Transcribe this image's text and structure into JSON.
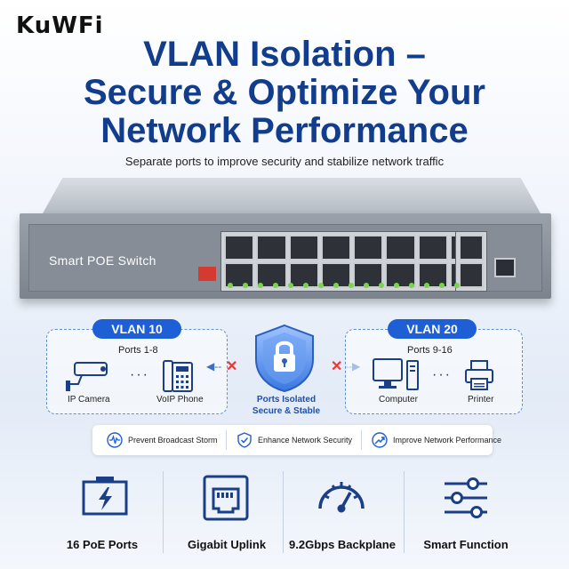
{
  "brand": {
    "logo": "KuWFi"
  },
  "headline": {
    "line1": "VLAN Isolation –",
    "line2": "Secure & Optimize Your",
    "line3": "Network Performance"
  },
  "subhead": "Separate ports to improve security and stabilize network traffic",
  "switch": {
    "label": "Smart POE Switch"
  },
  "vlans": [
    {
      "tag": "VLAN 10",
      "ports": "Ports 1-8",
      "devices": [
        "IP Camera",
        "VoIP Phone"
      ]
    },
    {
      "tag": "VLAN 20",
      "ports": "Ports 9-16",
      "devices": [
        "Computer",
        "Printer"
      ]
    }
  ],
  "center": {
    "label_line1": "Ports Isolated",
    "label_line2": "Secure & Stable"
  },
  "features": [
    {
      "label": "Prevent Broadcast Storm",
      "icon": "waveform-icon"
    },
    {
      "label": "Enhance Network Security",
      "icon": "shield-check-icon"
    },
    {
      "label": "Improve Network Performance",
      "icon": "growth-chart-icon"
    }
  ],
  "specs": [
    {
      "label": "16 PoE Ports",
      "icon": "poe-port-icon"
    },
    {
      "label": "Gigabit Uplink",
      "icon": "ethernet-port-icon"
    },
    {
      "label": "9.2Gbps Backplane",
      "icon": "speedometer-icon"
    },
    {
      "label": "Smart Function",
      "icon": "sliders-icon"
    }
  ],
  "colors": {
    "accent": "#1e5fd6",
    "headline": "#123c8c",
    "cross": "#e53935"
  }
}
